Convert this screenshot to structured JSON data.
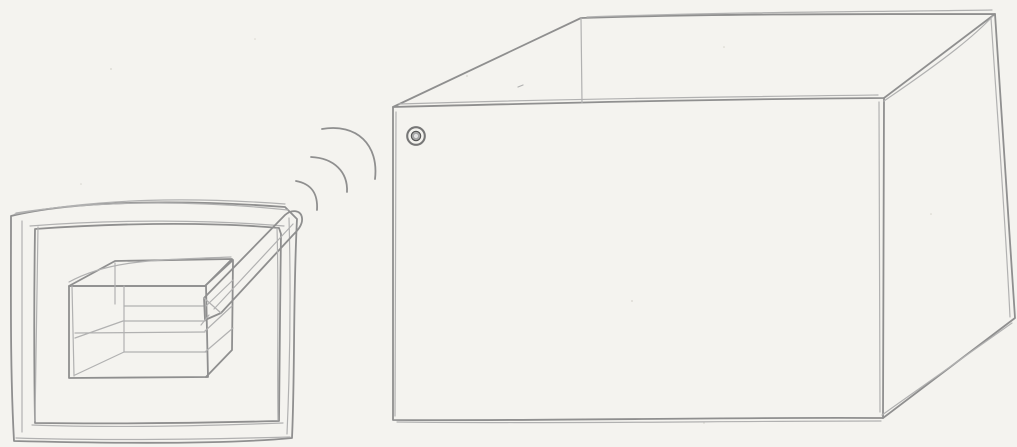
{
  "sketch": {
    "subject": [
      "tablet-device",
      "3d-object-preview",
      "stylus",
      "wireless-signal",
      "open-box",
      "sensor-dot"
    ]
  }
}
